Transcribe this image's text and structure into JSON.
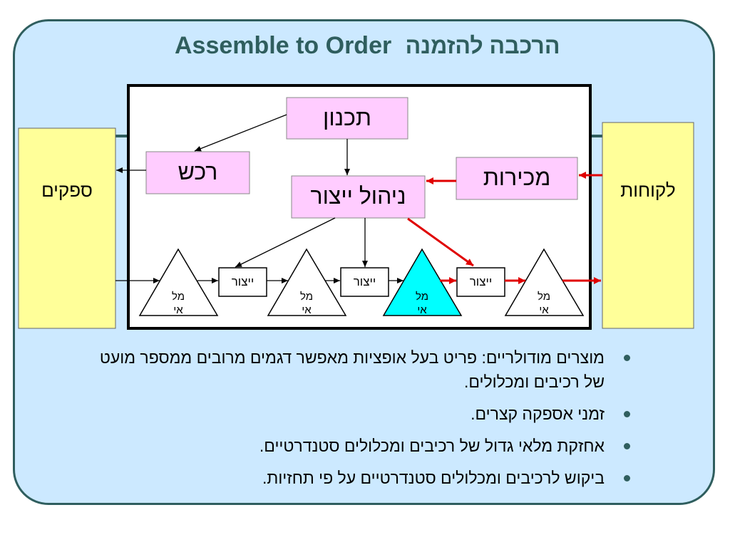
{
  "title": {
    "english": "Assemble to Order",
    "hebrew": "הרכבה להזמנה"
  },
  "diagram": {
    "suppliers_label": "ספקים",
    "customers_label": "לקוחות",
    "planning_label": "תכנון",
    "purchasing_label": "רכש",
    "sales_label": "מכירות",
    "production_mgmt_label": "ניהול ייצור",
    "production_label": "ייצור",
    "inventory_label_line1": "מל",
    "inventory_label_line2": "אי"
  },
  "colors": {
    "background": "#cce9ff",
    "frame_border": "#2f5e5e",
    "title": "#2f5e5e",
    "pink_box": "#ffccff",
    "yellow_box": "#ffff99",
    "highlight_triangle": "#00ffff",
    "red_arrow": "#e00000"
  },
  "bullets": [
    "מוצרים מודולריים: פריט בעל אופציות מאפשר דגמים מרובים ממספר מועט של רכיבים ומכלולים.",
    "זמני אספקה קצרים.",
    "אחזקת מלאי גדול של רכיבים ומכלולים סטנדרטיים.",
    "ביקוש לרכיבים ומכלולים סטנדרטיים על פי תחזיות."
  ]
}
